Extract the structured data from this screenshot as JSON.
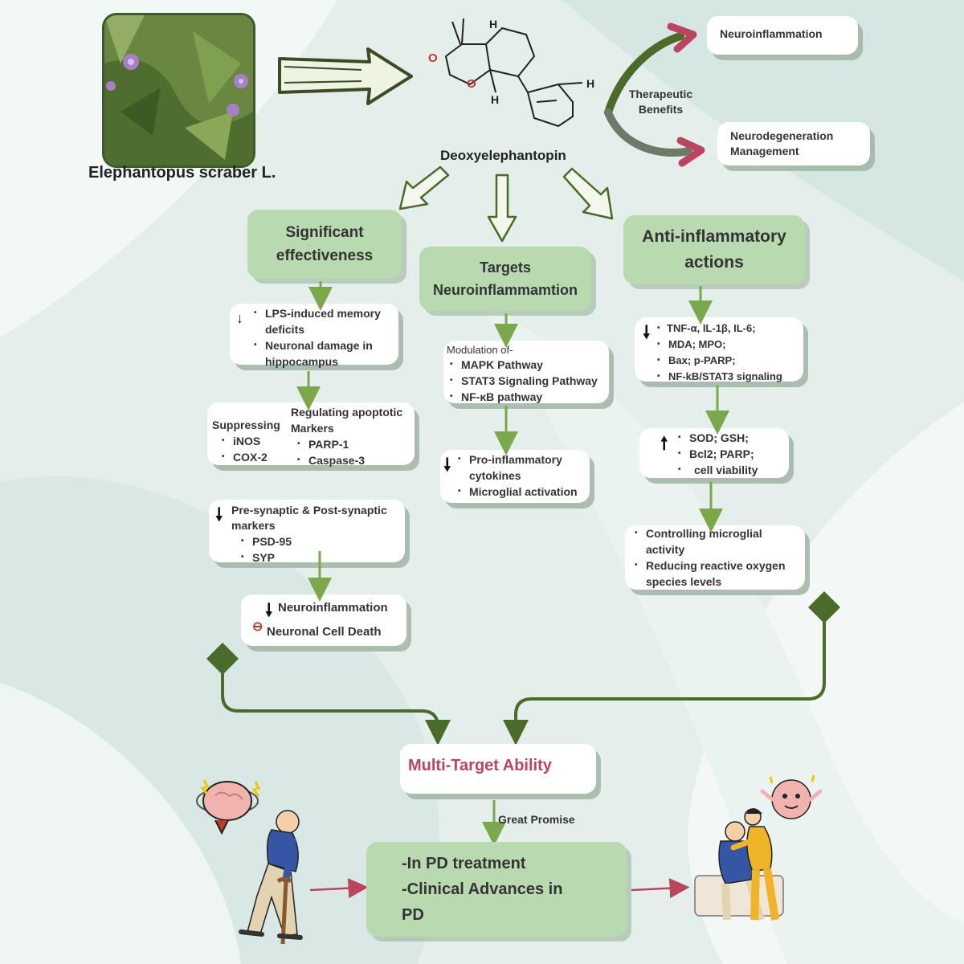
{
  "plant": {
    "caption": "Elephantopus scraber L."
  },
  "compound": {
    "name": "Deoxyelephantopin",
    "atoms": {
      "o1": "O",
      "o2": "O",
      "h1": "H",
      "h2": "H",
      "h3": "H"
    }
  },
  "therapeutic": {
    "label_line1": "Therapeutic",
    "label_line2": "Benefits",
    "neuroinflammation": "Neuroinflammation",
    "neurodegeneration_line1": "Neurodegeneration",
    "neurodegeneration_line2": "Management"
  },
  "col1": {
    "header_line1": "Significant",
    "header_line2": "effectiveness",
    "card1": {
      "items": [
        "LPS-induced memory deficits",
        "Neuronal damage in hippocampus"
      ]
    },
    "card2": {
      "left_title": "Suppressing",
      "left_items": [
        "iNOS",
        "COX-2"
      ],
      "right_title": "Regulating apoptotic Markers",
      "right_items": [
        "PARP-1",
        "Caspase-3"
      ]
    },
    "card3": {
      "title": "Pre-synaptic & Post-synaptic markers",
      "items": [
        "PSD-95",
        "SYP"
      ]
    },
    "card4": {
      "line1": "Neuroinflammation",
      "line2": "Neuronal Cell Death",
      "minus": "⊖"
    }
  },
  "col2": {
    "header_line1": "Targets",
    "header_line2": "Neuroinflammamtion",
    "card1": {
      "title": "Modulation of-",
      "items": [
        "MAPK Pathway",
        "STAT3 Signaling Pathway",
        "NF-κB pathway"
      ]
    },
    "card2": {
      "items": [
        "Pro-inflammatory cytokines",
        "Microglial activation"
      ]
    }
  },
  "col3": {
    "header_line1": "Anti-inflammatory",
    "header_line2": "actions",
    "card1": {
      "items": [
        "TNF-α, IL-1β, IL-6;",
        "MDA; MPO;",
        "Bax; p-PARP;",
        "NF-kB/STAT3 signaling"
      ]
    },
    "card2": {
      "items": [
        "SOD; GSH;",
        "Bcl2; PARP;",
        "cell viability"
      ]
    },
    "card3": {
      "items": [
        "Controlling microglial activity",
        "Reducing reactive oxygen species levels"
      ]
    }
  },
  "bottom": {
    "multi_target": "Multi-Target Ability",
    "great_promise": "Great Promise",
    "outcome_line1": "-In PD treatment",
    "outcome_line2": "-Clinical Advances in",
    "outcome_line3": "PD"
  },
  "colors": {
    "box_green": "#b9dab0",
    "arrow_green": "#7aa84a",
    "dark_green": "#4a6b2a",
    "accent_red": "#b9455f"
  }
}
